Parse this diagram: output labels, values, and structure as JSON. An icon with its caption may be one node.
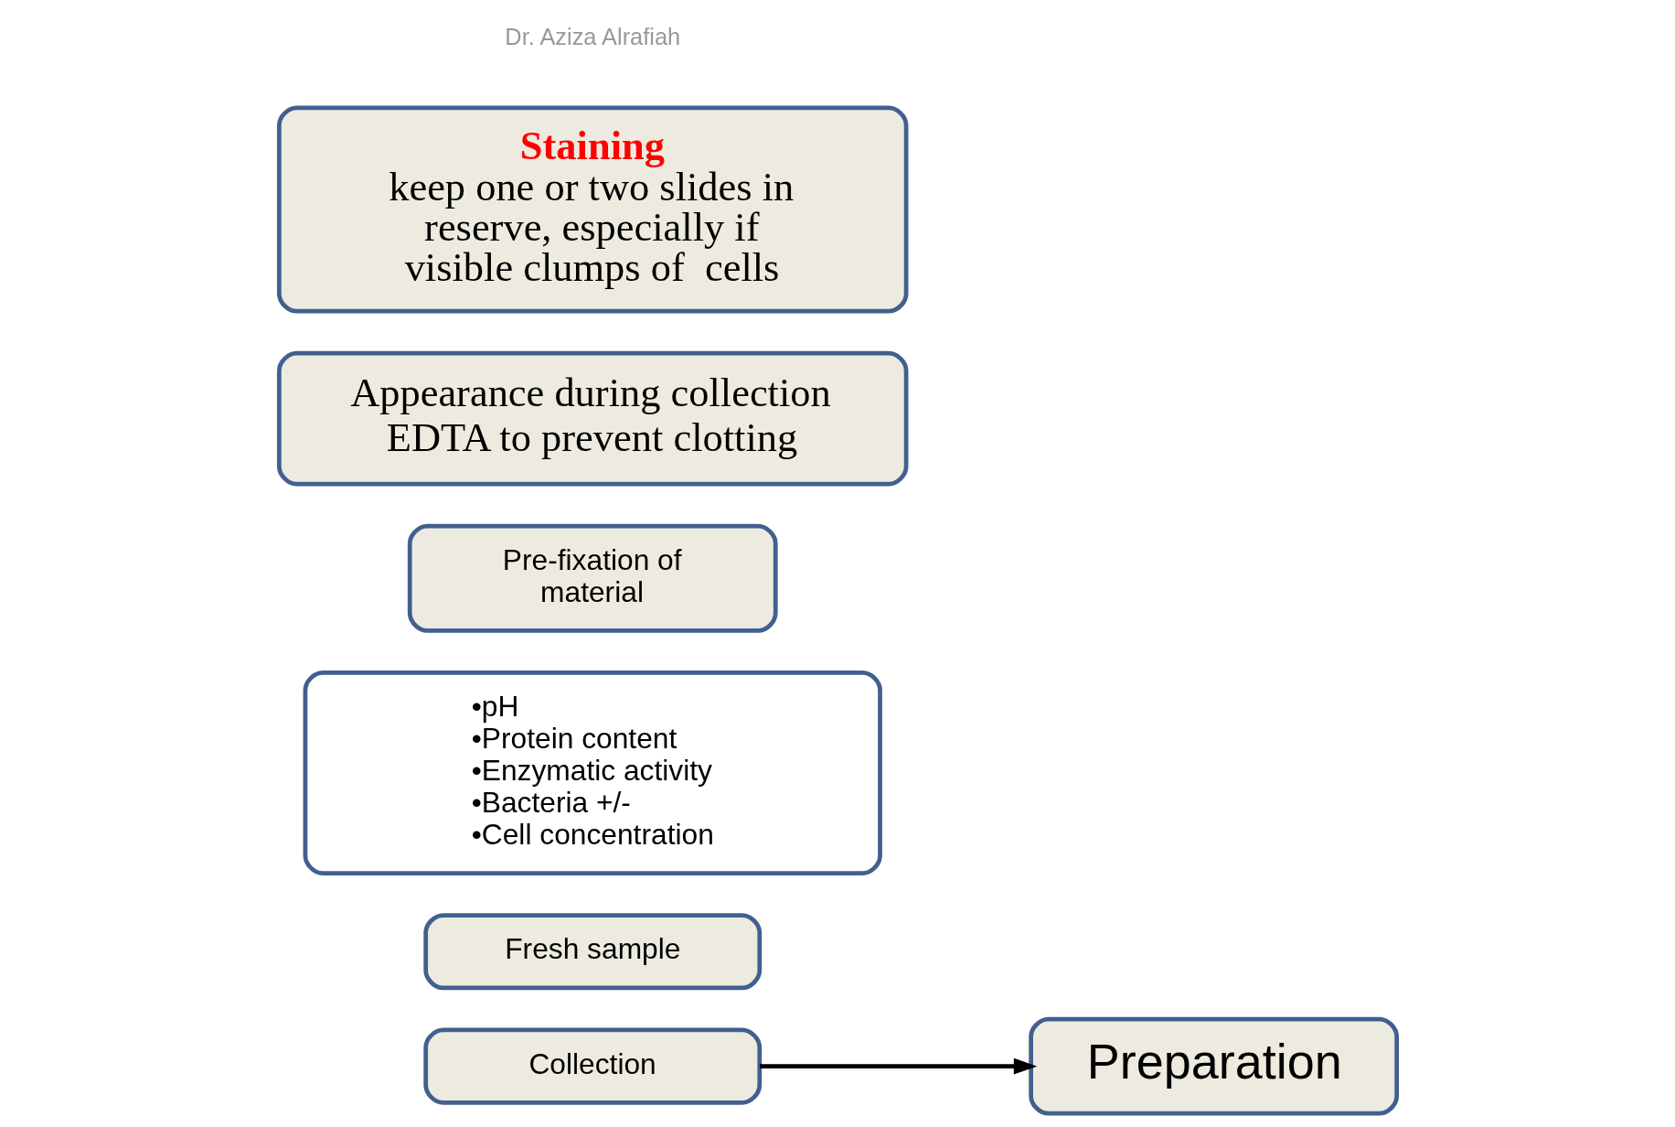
{
  "diagram": {
    "nodes": [
      {
        "text": [
          "Collection"
        ]
      },
      {
        "text": [
          "Fresh sample"
        ]
      },
      {
        "text": [
          "•pH",
          "•Protein content",
          "•Enzymatic activity",
          "•Bacteria +/-",
          "•Cell concentration"
        ]
      },
      {
        "text": [
          "Preparation"
        ]
      },
      {
        "text": [
          "Pre-fixation of material"
        ]
      },
      {
        "text": [
          "Appearance during collection  EDTA to prevent clotting"
        ]
      },
      {
        "text": [
          "Staining",
          "keep one or two slides in reserve, especially if visible clumps of  cells"
        ]
      }
    ],
    "edges": [
      {
        "from": 0,
        "to": 3,
        "arrow": "to"
      }
    ],
    "labels": [
      "Dr. Aziza Alrafiah"
    ]
  }
}
